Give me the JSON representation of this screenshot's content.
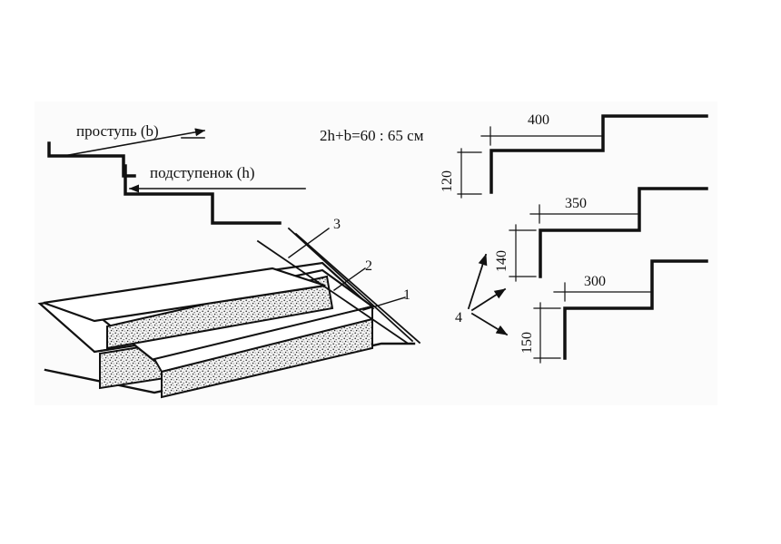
{
  "annotations": {
    "tread_label": "проступь (b)",
    "riser_label": "подступенок (h)",
    "formula": "2h+b=60 : 65 см"
  },
  "callouts": [
    "1",
    "2",
    "3",
    "4"
  ],
  "profiles": [
    {
      "tread": "400",
      "riser": "120"
    },
    {
      "tread": "350",
      "riser": "140"
    },
    {
      "tread": "300",
      "riser": "150"
    }
  ],
  "icons": {
    "arrow": "arrow-icon",
    "speckle": "concrete-texture"
  }
}
